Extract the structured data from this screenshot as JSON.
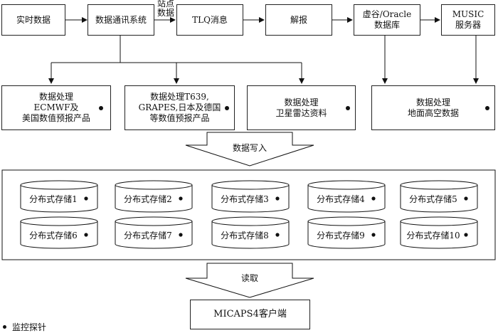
{
  "top_row": {
    "realtime": "实时数据",
    "comm": "数据通讯系统",
    "tlq": "TLQ消息",
    "decode": "解报",
    "db_line1": "虚谷/Oracle",
    "db_line2": "数据库",
    "music_line1": "MUSIC",
    "music_line2": "服务器"
  },
  "station_label": [
    "站点",
    "数据"
  ],
  "processing": [
    {
      "lines": [
        "数据处理",
        "ECMWF及",
        "美国数值预报产品"
      ]
    },
    {
      "lines": [
        "数据处理T639,",
        "GRAPES,日本及德国",
        "等数值预报产品"
      ]
    },
    {
      "lines": [
        "数据处理",
        "卫星雷达资料"
      ]
    },
    {
      "lines": [
        "数据处理",
        "地面高空数据"
      ]
    }
  ],
  "write_label": "数据写入",
  "storage": [
    "分布式存储1",
    "分布式存储2",
    "分布式存储3",
    "分布式存储4",
    "分布式存储5",
    "分布式存储6",
    "分布式存储7",
    "分布式存储8",
    "分布式存储9",
    "分布式存储10"
  ],
  "read_label": "读取",
  "client": "MICAPS4客户端",
  "legend": "监控探针"
}
